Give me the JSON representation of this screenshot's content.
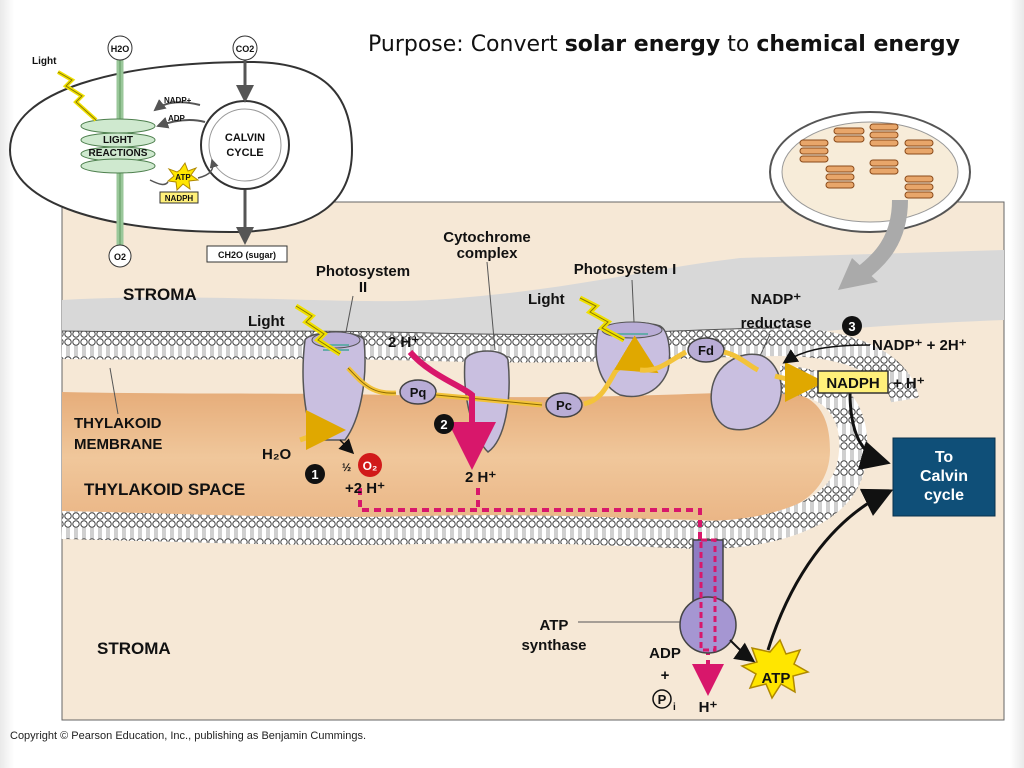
{
  "slide": {
    "title_prefix": "Purpose: Convert ",
    "title_bold1": "solar energy",
    "title_mid": " to ",
    "title_bold2": "chemical energy",
    "copyright": "Copyright © Pearson Education, Inc., publishing as Benjamin Cummings."
  },
  "overview": {
    "light": "Light",
    "h2o": "H2O",
    "co2": "CO2",
    "nadp_plus": "NADP+",
    "adp": "ADP",
    "light_reactions_1": "LIGHT",
    "light_reactions_2": "REACTIONS",
    "calvin_1": "CALVIN",
    "calvin_2": "CYCLE",
    "atp": "ATP",
    "nadph": "NADPH",
    "o2": "O2",
    "sugar": "CH2O (sugar)"
  },
  "diagram": {
    "stroma_top": "STROMA",
    "stroma_bottom": "STROMA",
    "thylakoid_membrane_1": "THYLAKOID",
    "thylakoid_membrane_2": "MEMBRANE",
    "thylakoid_space": "THYLAKOID SPACE",
    "photosystem_ii_1": "Photosystem",
    "photosystem_ii_2": "II",
    "cytochrome_1": "Cytochrome",
    "cytochrome_2": "complex",
    "photosystem_i": "Photosystem I",
    "light_1": "Light",
    "light_2": "Light",
    "nadp_reductase_1": "NADP⁺",
    "nadp_reductase_2": "reductase",
    "nadp_reaction": "NADP⁺ + 2H⁺",
    "nadph": "NADPH",
    "plus_h": "+ H⁺",
    "to_calvin_1": "To",
    "to_calvin_2": "Calvin",
    "to_calvin_3": "cycle",
    "pq": "Pq",
    "pc": "Pc",
    "fd": "Fd",
    "two_h_top": "2 H⁺",
    "two_h_mid": "2 H⁺",
    "h2o": "H₂O",
    "half": "½",
    "o2": "O₂",
    "plus_2h": "+2 H⁺",
    "step1": "1",
    "step2": "2",
    "step3": "3",
    "atp_synthase_1": "ATP",
    "atp_synthase_2": "synthase",
    "adp": "ADP",
    "plus": "+",
    "pi": "P",
    "pi_sub": "i",
    "h_plus_out": "H⁺",
    "atp": "ATP"
  },
  "colors": {
    "stroma": "#f6e8d6",
    "thylakoid_space": "#e9b98a",
    "protein": "#c9bfe0",
    "electron_flow": "#f3c33a",
    "proton_flow": "#d8176b",
    "calvin_box": "#0f4f78",
    "nadph_box": "#fff07a",
    "o2_red": "#d11a1a"
  }
}
